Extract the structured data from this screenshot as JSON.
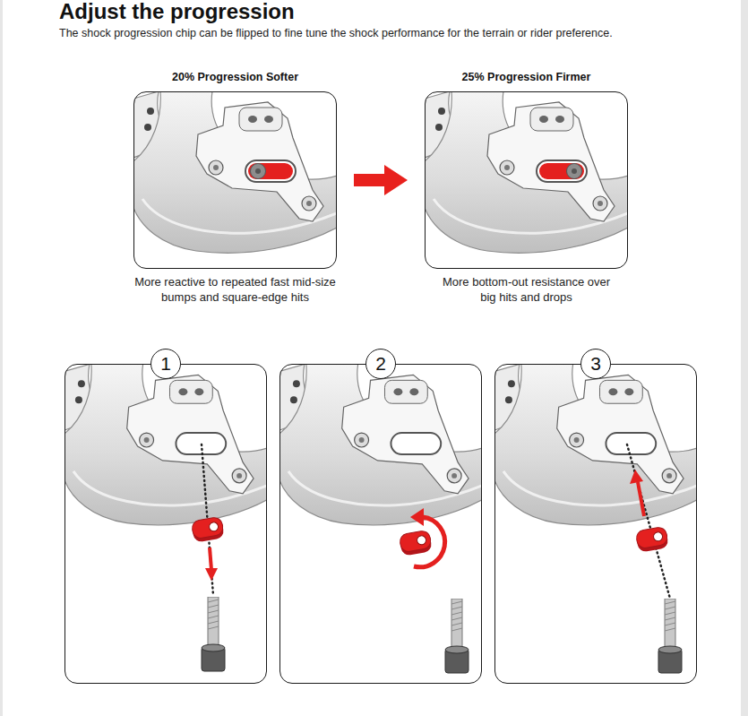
{
  "diagram": {
    "title": "Adjust the progression",
    "nodes": [
      {
        "text": [
          "20% Progression Softer",
          "More reactive to repeated fast mid-size bumps and square-edge hits"
        ]
      },
      {
        "text": [
          "25% Progression Firmer",
          "More bottom-out resistance over big hits and drops"
        ]
      },
      {
        "text": [
          "1"
        ]
      },
      {
        "text": [
          "2"
        ]
      },
      {
        "text": [
          "3"
        ]
      }
    ],
    "edges": [
      {
        "from": 0,
        "to": 1,
        "arrow": "to"
      }
    ],
    "labels": [
      "The shock progression chip can be flipped to fine tune the shock performance for the terrain or rider preference."
    ]
  }
}
